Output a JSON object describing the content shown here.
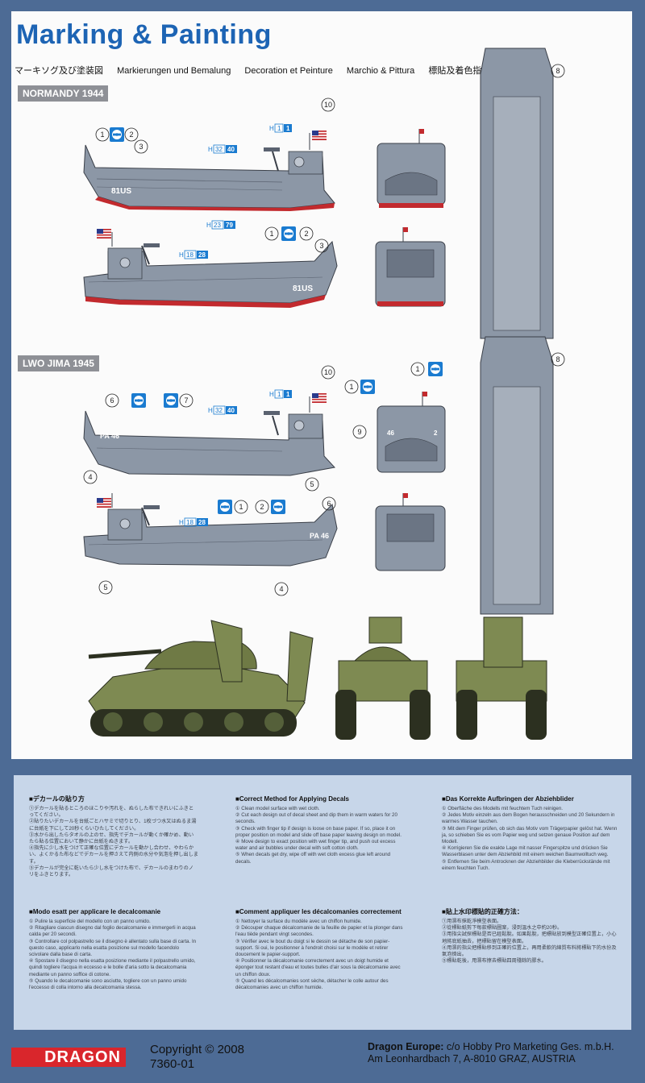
{
  "header": {
    "title": "Marking & Painting",
    "subtitles": [
      "マーキソグ及び塗装図",
      "Markierungen und Bemalung",
      "Decoration et Peinture",
      "Marchio & Pittura",
      "標貼及着色指示"
    ]
  },
  "sections": {
    "normandy": "NORMANDY 1944",
    "iwo_jima": "LWO JIMA 1945"
  },
  "callouts": {
    "n1": "1",
    "n2": "2",
    "n3": "3",
    "n4": "4",
    "n5": "5",
    "n6": "6",
    "n7": "7",
    "n8": "8",
    "n9": "9",
    "n10": "10"
  },
  "paint_codes": {
    "h1_prefix": "H",
    "h1_a": "1",
    "h1_b": "1",
    "h32_prefix": "H",
    "h32_a": "32",
    "h32_b": "40",
    "h23_prefix": "H",
    "h23_a": "23",
    "h23_b": "79",
    "h18_prefix": "H",
    "h18_a": "18",
    "h18_b": "28"
  },
  "hull_markings": {
    "normandy": "81US",
    "iwo_a": "PA 46",
    "iwo_b": "2",
    "iwo_bow": "46"
  },
  "instructions": {
    "japanese_heading": "■デカールの貼り方",
    "japanese_steps": [
      "①デカールを貼るところのほこりや汚れを、ぬらした布できれいにふきとってください。",
      "②貼りたいデカールを台紙ごとハサミで切りとり、1枚づつ水又はぬるま湯に台紙を下にして20秒くらいひたしてください。",
      "③水から出したらタオルの上のせ、指先でデカールが動くか確かめ、動いたら貼る位置において静かに台紙をぬきます。",
      "④指先に少し水をつけて正確な位置にデカールを動かし合わせ、やわらかい、よくかるた布などでデカールを押さえて内側の水分や気泡を押し出します。",
      "⑤デカールが完全に乾いたら少し水をつけた布で、デカールのまわりのノリをふきとります。"
    ],
    "english_heading": "■Correct Method for Applying Decals",
    "english_steps": [
      "① Clean model surface with wet cloth.",
      "② Cut each design out of decal sheet and dip them in warm waters for 20 seconds.",
      "③ Check with finger tip if design is loose on base paper. If so, place it on proper position on model and slide off base paper leaving design on model.",
      "④ Move design to exact position with wet finger tip, and push out excess water and air bubbles under decal with soft cotton cloth.",
      "⑤ When decals get dry, wipe off with wet cloth excess glue left around decals."
    ],
    "german_heading": "■Das Korrekte Aufbringen der Abziehblider",
    "german_steps": [
      "① Oberfläche des Modells mit feuchtem Tuch reinigen.",
      "② Jedes Motiv einzeln aus dem Bogen herausschneiden und 20 Sekundern in warmes Wasser tauchen.",
      "③ Mit dem Finger prüfen, ob sich das Motiv vom Trägerpapier gelöst hat. Wenn ja, so schieben Sie es vom Papier weg und setzen genaue Position auf dem Modell.",
      "④ Korrigieren Sie die exakte Lage mit nasser Fingerspitze und drücken Sie Wasserblasen unter dem Abziehbild mit einem weichen Baumwolltuch weg.",
      "⑤ Entfernen Sie beim Antrocknen der Abziehbilder die Kleberrückstände mit einem feuchten Tuch."
    ],
    "italian_heading": "■Modo esatt per applicare le decalcomanie",
    "italian_steps": [
      "① Pulire la superficie del modello con un panno umido.",
      "② Ritagliare ciascun disegno dal foglio decalcomanie e immergerli in acqua calda per 20 secondi.",
      "③ Controllare col polpastrello se il disegno è allentato sulla base di carta. In questo caso, applicarlo nella esatta posizione sul modello facendolo scivolare dalla base di carta.",
      "④ Spostare il disegno nella esatta posizione mediante il polpastrello umido, quindi togliere l'acqua in eccesso e le bolle d'aria sotto la decalcomania mediante un panno soffice di cotone.",
      "⑤ Quando le decalcomanie sono asciutte, togliere con un panno umido l'eccesso di colla intorno alla decalcomania stessa."
    ],
    "french_heading": "■Comment appliquer les décalcomanies correctement",
    "french_steps": [
      "① Nettoyer la surface du modèle avec un chiffon humide.",
      "② Découper chaque décalcomanie de la feuille de papier et la plonger dans l'eau tiède pendant vingt secondes.",
      "③ Vérifier avec le bout du doigt si le dessin se détache de son papier-support. Si oui, le positionner à l'endroit choisi sur le modèle et retirer doucement le papier-support.",
      "④ Positionner la décalcomanie correctement avec un doigt humide et éponger tout restant d'eau et toutes bulles d'air sous la décalcomanie avec un chiffon doux.",
      "⑤ Quand les décalcomanies sont sèche, détacher le colle autour des décalcomanies avec un chiffon humide."
    ],
    "chinese_heading": "■貼上水印標貼的正確方法：",
    "chinese_steps": [
      "①用濕布抹乾淨模型表面。",
      "②從標貼紙剪下每款標貼圖案，浸到溫水之中約20秒。",
      "③用指尖試探標貼是否已經鬆脫。如果鬆脫，把標貼放到模型正確位置上，小心地將底紙抽去，把標貼留在模型表面。",
      "④用濕的指尖把標貼移到正確的位置上，再用柔軟的綿質布料將標貼下的水份及氣泡擠出。",
      "⑤標貼乾後，用濕布擦去標貼四周殘餘的膠水。"
    ]
  },
  "footer": {
    "brand": "DRAGON",
    "copyright": "Copyright © 2008",
    "code": "7360-01",
    "dealer_label": "Dragon Europe:",
    "dealer_line1": " c/o Hobby Pro Marketing Ges. m.b.H.",
    "dealer_line2": "Am Leonhardbach 7, A-8010 GRAZ, AUSTRIA"
  },
  "colors": {
    "background": "#4d6b95",
    "title": "#1d64b4",
    "hull_gray": "#8c97a6",
    "hull_red": "#c22a2e",
    "tank_olive": "#7e8a52",
    "badge_blue": "#1a7bd0",
    "instructions_bg": "#c7d6e9"
  }
}
